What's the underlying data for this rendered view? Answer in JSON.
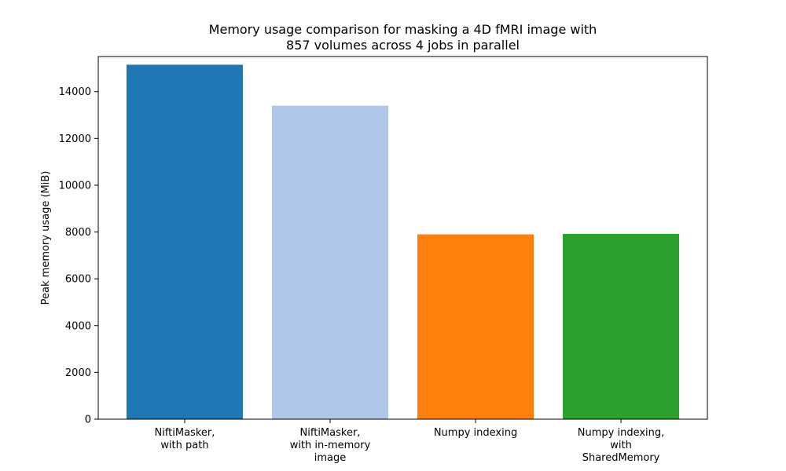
{
  "chart_data": {
    "type": "bar",
    "title": [
      "Memory usage comparison for masking a 4D fMRI image with",
      "857 volumes across 4 jobs in parallel"
    ],
    "xlabel": "",
    "ylabel": "Peak memory usage (MiB)",
    "ylim": [
      0,
      15500
    ],
    "yticks": [
      0,
      2000,
      4000,
      6000,
      8000,
      10000,
      12000,
      14000
    ],
    "grid": false,
    "categories": [
      [
        "NiftiMasker,",
        "with path"
      ],
      [
        "NiftiMasker,",
        "with in-memory",
        "image"
      ],
      [
        "Numpy indexing"
      ],
      [
        "Numpy indexing,",
        "with",
        "SharedMemory"
      ]
    ],
    "values": [
      15150,
      13400,
      7900,
      7920
    ],
    "colors": [
      "#1f77b4",
      "#aec7e8",
      "#ff7f0e",
      "#2ca02c"
    ]
  }
}
